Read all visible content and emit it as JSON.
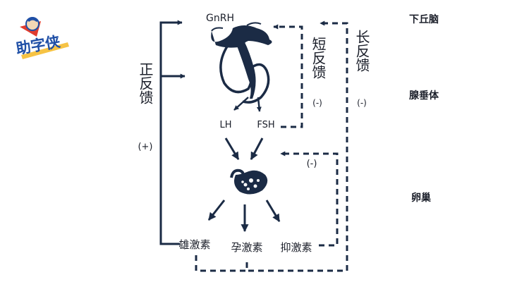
{
  "labels": {
    "gnrh": "GnRH",
    "lh": "LH",
    "fsh": "FSH",
    "short_feedback": "短反馈",
    "short_feedback_sign": "(-)",
    "long_feedback": "长反馈",
    "long_feedback_sign": "(-)",
    "positive_feedback": "正反馈",
    "positive_feedback_sign": "(+)",
    "inhibin_feedback_sign": "(-)",
    "androgen": "雄激素",
    "progesterone": "孕激素",
    "inhibin": "抑激素"
  },
  "levels": {
    "hypothalamus": "下丘脑",
    "pituitary": "腺垂体",
    "ovary": "卵巢"
  },
  "logo": {
    "text": "助字侠",
    "colors": {
      "main": "#1f4fa6",
      "accent": "#e03c2f",
      "yellow": "#f6c344"
    }
  },
  "colors": {
    "line": "#1b2b45",
    "text": "#1b1f2a"
  }
}
